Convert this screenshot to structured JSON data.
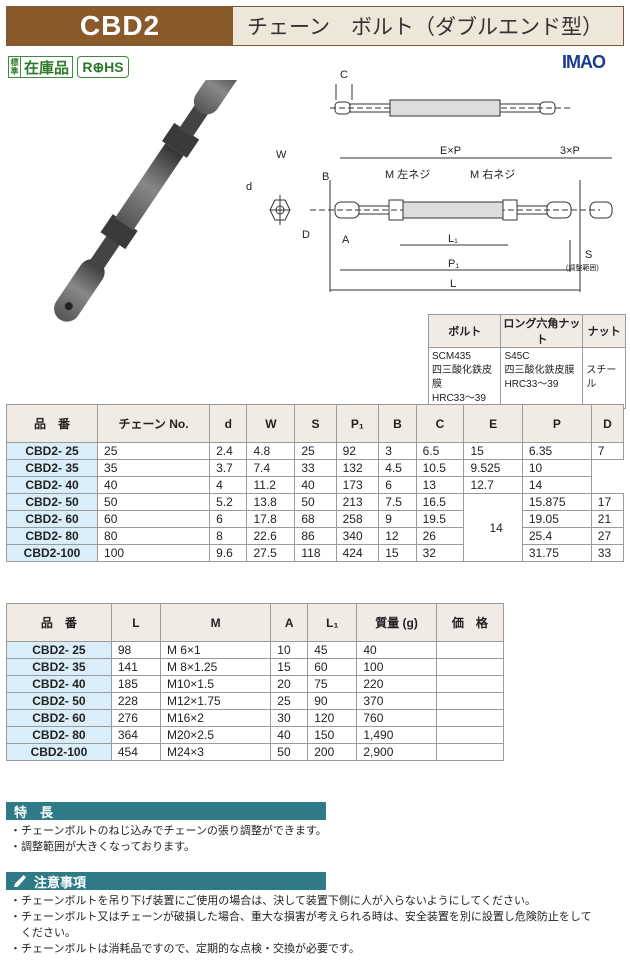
{
  "header": {
    "code": "CBD2",
    "title": "チェーン　ボルト（ダブルエンド型）"
  },
  "badges": {
    "std_small": "標準",
    "std_big": "在庫品",
    "rohs": "R⊕HS"
  },
  "brand": {
    "logo": "IMAO",
    "colors": {
      "brown": "#8b5a2b",
      "teal": "#2e7a86",
      "codebg": "#d9eef8"
    }
  },
  "drawing": {
    "labels": {
      "c": "C",
      "w": "W",
      "d": "d",
      "b": "B",
      "d2": "D",
      "a": "A",
      "exp": "E×P",
      "three_p": "3×P",
      "m_left": "M 左ネジ",
      "m_right": "M 右ネジ",
      "l1": "L₁",
      "p1": "P₁",
      "l": "L",
      "s": "S",
      "s_note": "(調整範囲)"
    }
  },
  "materials": {
    "headers": [
      "ボルト",
      "ロング六角ナット",
      "ナット"
    ],
    "row": [
      [
        "SCM435",
        "四三酸化鉄皮膜",
        "HRC33～39"
      ],
      [
        "S45C",
        "四三酸化鉄皮膜",
        "HRC33～39"
      ],
      [
        "スチール"
      ]
    ]
  },
  "table1": {
    "headers": [
      "品　番",
      "チェーン No.",
      "d",
      "W",
      "S",
      "P₁",
      "B",
      "C",
      "E",
      "P",
      "D"
    ],
    "rows": [
      [
        "CBD2-  25",
        "25",
        "2.4",
        "4.8",
        "25",
        "92",
        "3",
        "6.5",
        "15",
        "6.35",
        "7"
      ],
      [
        "CBD2-  35",
        "35",
        "3.7",
        "7.4",
        "33",
        "132",
        "4.5",
        "10.5",
        "",
        "9.525",
        "10"
      ],
      [
        "CBD2-  40",
        "40",
        "4",
        "11.2",
        "40",
        "173",
        "6",
        "13",
        "",
        "12.7",
        "14"
      ],
      [
        "CBD2-  50",
        "50",
        "5.2",
        "13.8",
        "50",
        "213",
        "7.5",
        "16.5",
        "14",
        "15.875",
        "17"
      ],
      [
        "CBD2-  60",
        "60",
        "6",
        "17.8",
        "68",
        "258",
        "9",
        "19.5",
        "",
        "19.05",
        "21"
      ],
      [
        "CBD2-  80",
        "80",
        "8",
        "22.6",
        "86",
        "340",
        "12",
        "26",
        "",
        "25.4",
        "27"
      ],
      [
        "CBD2-100",
        "100",
        "9.6",
        "27.5",
        "118",
        "424",
        "15",
        "32",
        "",
        "31.75",
        "33"
      ]
    ]
  },
  "table2": {
    "headers": [
      "品　番",
      "L",
      "M",
      "A",
      "L₁",
      "質量 (g)",
      "価　格"
    ],
    "rows": [
      [
        "CBD2-  25",
        "98",
        "M  6×1",
        "10",
        "45",
        "40",
        ""
      ],
      [
        "CBD2-  35",
        "141",
        "M  8×1.25",
        "15",
        "60",
        "100",
        ""
      ],
      [
        "CBD2-  40",
        "185",
        "M10×1.5",
        "20",
        "75",
        "220",
        ""
      ],
      [
        "CBD2-  50",
        "228",
        "M12×1.75",
        "25",
        "90",
        "370",
        ""
      ],
      [
        "CBD2-  60",
        "276",
        "M16×2",
        "30",
        "120",
        "760",
        ""
      ],
      [
        "CBD2-  80",
        "364",
        "M20×2.5",
        "40",
        "150",
        "1,490",
        ""
      ],
      [
        "CBD2-100",
        "454",
        "M24×3",
        "50",
        "200",
        "2,900",
        ""
      ]
    ]
  },
  "features": {
    "title": "特　長",
    "items": [
      "・チェーンボルトのねじ込みでチェーンの張り調整ができます。",
      "・調整範囲が大きくなっております。"
    ]
  },
  "cautions": {
    "title": "注意事項",
    "items": [
      "・チェーンボルトを吊り下げ装置にご使用の場合は、決して装置下側に人が入らないようにしてください。",
      "・チェーンボルト又はチェーンが破損した場合、重大な損害が考えられる時は、安全装置を別に設置し危険防止をして",
      "　ください。",
      "・チェーンボルトは消耗品ですので、定期的な点検・交換が必要です。"
    ]
  }
}
